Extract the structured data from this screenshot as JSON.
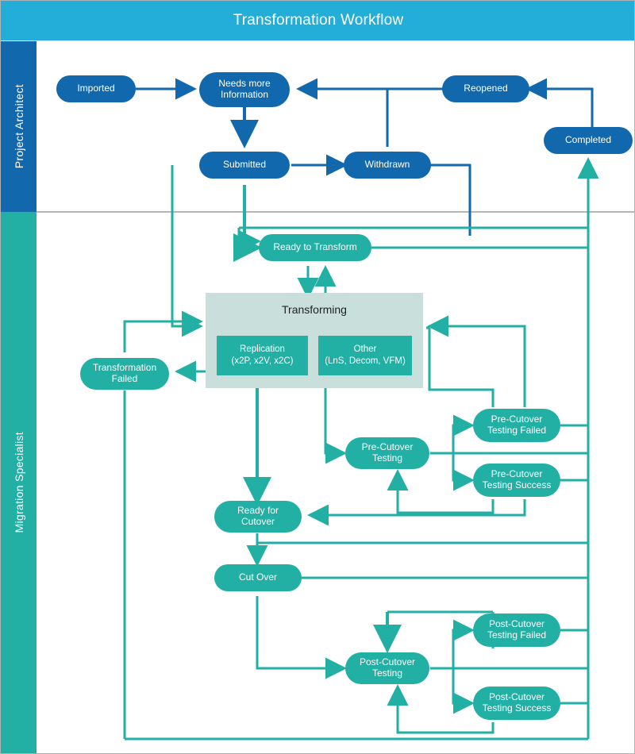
{
  "header": {
    "title": "Transformation Workflow"
  },
  "lanes": [
    {
      "id": "architect",
      "label": "Project Architect",
      "color": "#1268AD"
    },
    {
      "id": "migration",
      "label": "Migration Specialist",
      "color": "#22AFA4"
    }
  ],
  "colors": {
    "header_bar": "#23AEDA",
    "architect_blue": "#1268AD",
    "migration_teal": "#22AFA4",
    "group_background": "#c9dfdb",
    "frame_border": "#b0b4b6",
    "node_text": "#ffffff"
  },
  "nodes": {
    "imported": {
      "label": "Imported",
      "lane": "architect"
    },
    "needs_more_information": {
      "label": "Needs more\nInformation",
      "line1": "Needs more",
      "line2": "Information",
      "lane": "architect"
    },
    "reopened": {
      "label": "Reopened",
      "lane": "architect"
    },
    "completed": {
      "label": "Completed",
      "lane": "architect"
    },
    "submitted": {
      "label": "Submitted",
      "lane": "architect"
    },
    "withdrawn": {
      "label": "Withdrawn",
      "lane": "architect"
    },
    "ready_to_transform": {
      "label": "Ready to Transform",
      "lane": "migration"
    },
    "transforming": {
      "label": "Transforming",
      "lane": "migration"
    },
    "replication": {
      "line1": "Replication",
      "line2": "(x2P, x2V, x2C)",
      "lane": "migration"
    },
    "other": {
      "line1": "Other",
      "line2": "(LnS, Decom, VFM)",
      "lane": "migration"
    },
    "transformation_failed": {
      "line1": "Transformation",
      "line2": "Failed",
      "lane": "migration"
    },
    "pre_cutover_testing": {
      "line1": "Pre-Cutover",
      "line2": "Testing",
      "lane": "migration"
    },
    "pre_cutover_testing_failed": {
      "line1": "Pre-Cutover",
      "line2": "Testing Failed",
      "lane": "migration"
    },
    "pre_cutover_testing_success": {
      "line1": "Pre-Cutover",
      "line2": "Testing Success",
      "lane": "migration"
    },
    "ready_for_cutover": {
      "line1": "Ready for",
      "line2": "Cutover",
      "lane": "migration"
    },
    "cut_over": {
      "label": "Cut Over",
      "lane": "migration"
    },
    "post_cutover_testing": {
      "line1": "Post-Cutover",
      "line2": "Testing",
      "lane": "migration"
    },
    "post_cutover_testing_failed": {
      "line1": "Post-Cutover",
      "line2": "Testing Failed",
      "lane": "migration"
    },
    "post_cutover_testing_success": {
      "line1": "Post-Cutover",
      "line2": "Testing Success",
      "lane": "migration"
    }
  }
}
